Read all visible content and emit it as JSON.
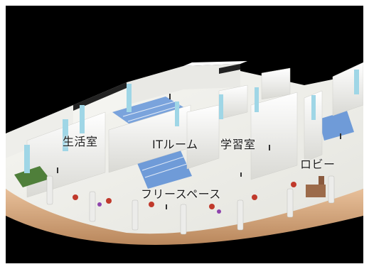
{
  "photo": {
    "background_color": "#000000",
    "model_floor_color": "#f2f2ee",
    "blue_floor_color": "#6f9bd8",
    "cyan_pillar_color": "#9fd6e6",
    "wood_rim_color": "#d9a77a"
  },
  "labels": {
    "living_room": "生活室",
    "it_room": "ITルーム",
    "study_room": "学習室",
    "lobby": "ロビー",
    "free_space": "フリースペース"
  }
}
